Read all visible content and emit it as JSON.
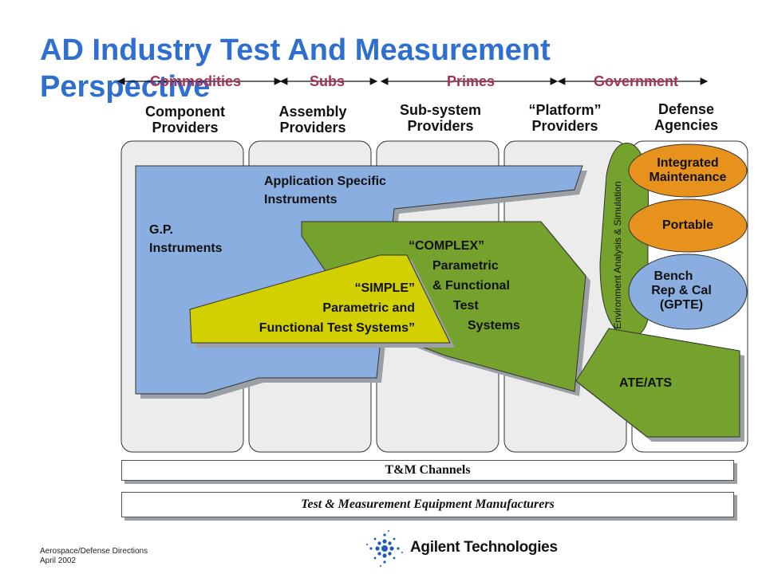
{
  "title": "AD Industry Test And Measurement Perspective",
  "segments": [
    {
      "label": "Commodities"
    },
    {
      "label": "Subs"
    },
    {
      "label": "Primes"
    },
    {
      "label": "Government"
    }
  ],
  "columns": [
    {
      "line1": "Component",
      "line2": "Providers"
    },
    {
      "line1": "Assembly",
      "line2": "Providers"
    },
    {
      "line1": "Sub-system",
      "line2": "Providers"
    },
    {
      "line1": "“Platform”",
      "line2": "Providers"
    },
    {
      "line1": "Defense",
      "line2": "Agencies"
    }
  ],
  "regions": {
    "app_specific": {
      "line1": "Application Specific",
      "line2": "Instruments"
    },
    "gp": {
      "line1": "G.P.",
      "line2": "Instruments"
    },
    "complex": {
      "line1": "“COMPLEX”",
      "line2": "Parametric",
      "line3": "& Functional",
      "line4": "Test",
      "line5": "Systems"
    },
    "simple": {
      "line1": "“SIMPLE”",
      "line2": "Parametric and",
      "line3": "Functional Test Systems”"
    },
    "environment": "Environment Analysis & Simulation",
    "ate": "ATE/ATS"
  },
  "ovals": {
    "integrated": {
      "line1": "Integrated",
      "line2": "Maintenance"
    },
    "portable": {
      "line1": "Portable"
    },
    "bench": {
      "line1": "Bench",
      "line2": "Rep & Cal",
      "line3": "(GPTE)"
    }
  },
  "bars": {
    "channels": "T&M Channels",
    "manufacturers": "Test & Measurement Equipment Manufacturers"
  },
  "footer": {
    "line1": "Aerospace/Defense Directions",
    "line2": "April 2002"
  },
  "logo": {
    "text": "Agilent Technologies",
    "icon": "agilent-spark-icon"
  },
  "colors": {
    "title": "#2e6fd0",
    "segment": "#a3335a",
    "gp_blue": "#8aaee0",
    "complex_green": "#74a22c",
    "simple_yellow": "#d2d000",
    "oval_orange": "#e8921e",
    "oval_blue": "#8aaee0",
    "column_fill": "#ececec"
  }
}
